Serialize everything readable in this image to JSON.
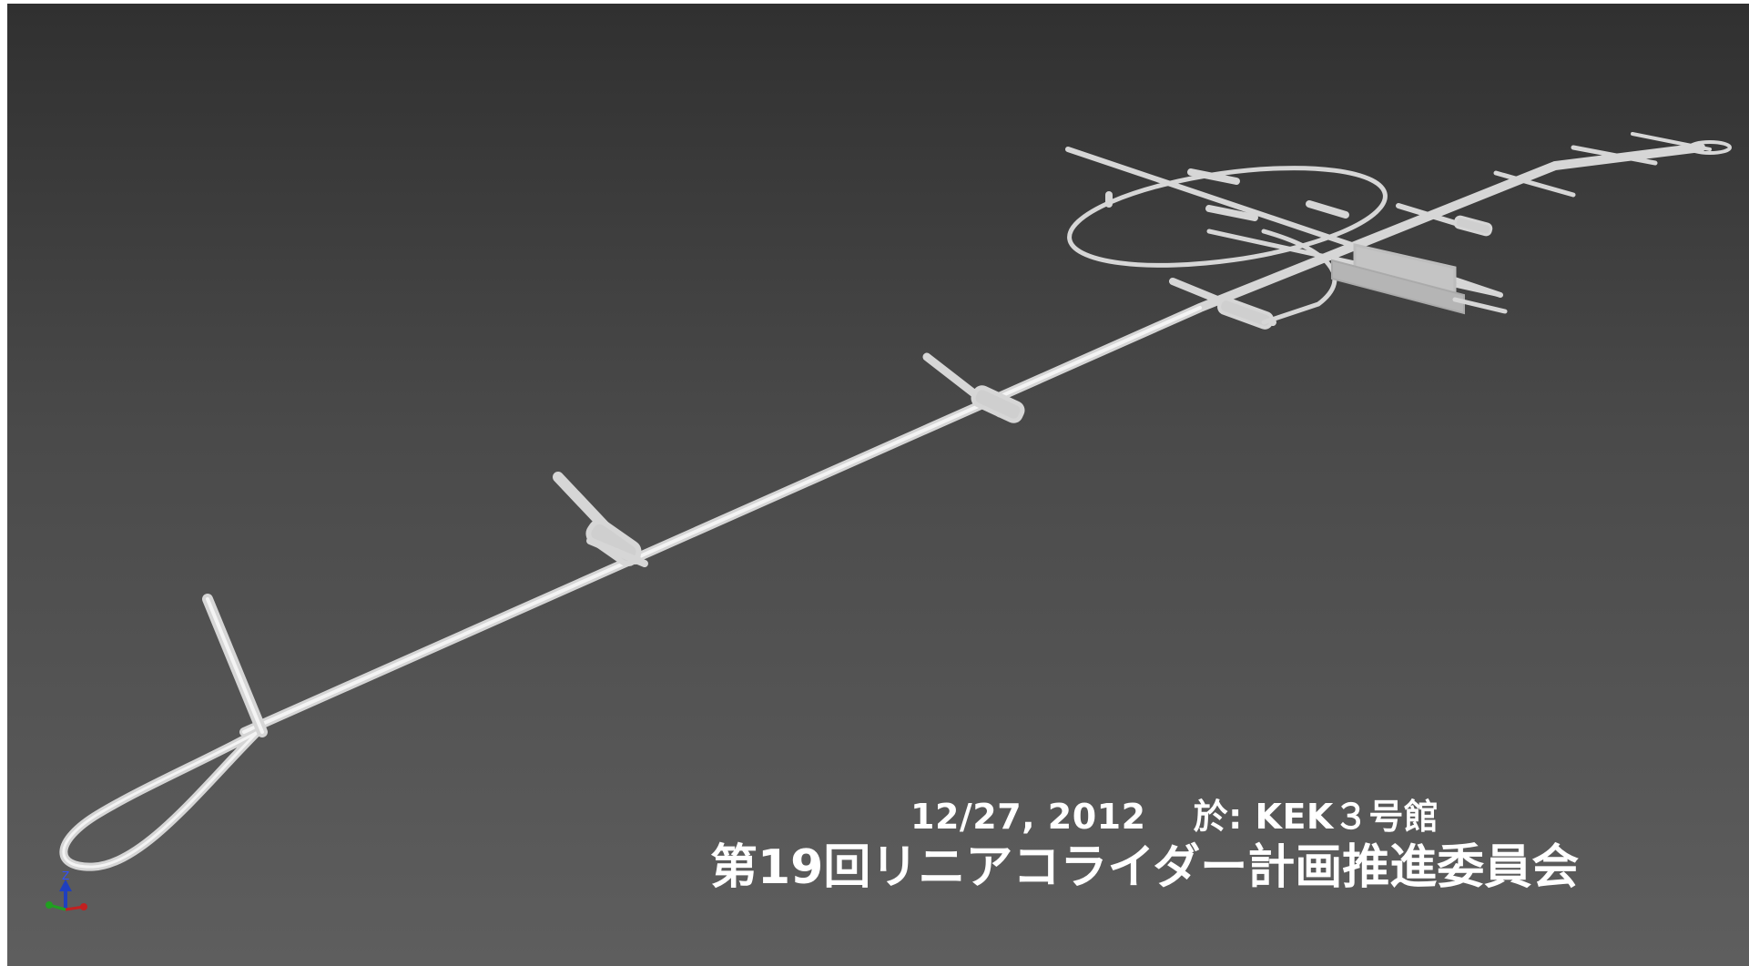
{
  "slide": {
    "date": "12/27, 2012",
    "venue": "於: KEK３号館",
    "title": "第19回リニアコライダー計画推進委員会"
  },
  "triad": {
    "z_label": "Z"
  },
  "colors": {
    "background_top": "#303030",
    "background_bottom": "#5e5e5e",
    "tunnel": "#d9d9d9",
    "text": "#ffffff"
  },
  "icons": [
    "tunnel-model",
    "axis-triad-icon"
  ]
}
